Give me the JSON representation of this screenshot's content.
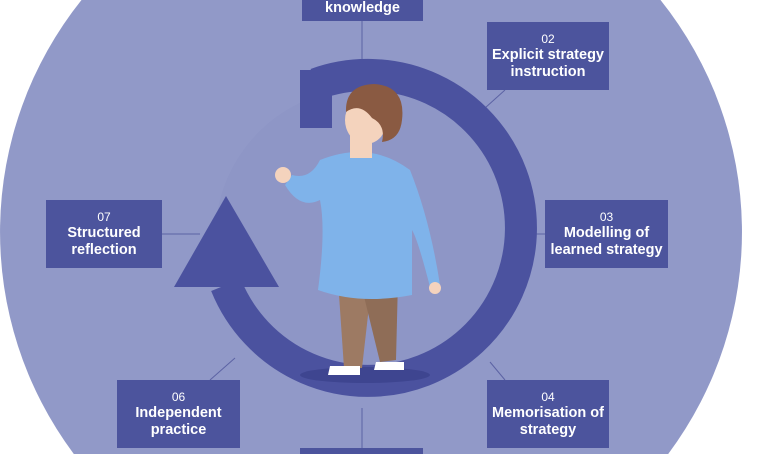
{
  "colors": {
    "outer": "#9199c8",
    "ring": "#4b529f",
    "box": "#4c549d"
  },
  "steps": [
    {
      "number": "",
      "label": "knowledge"
    },
    {
      "number": "02",
      "label": "Explicit strategy instruction"
    },
    {
      "number": "03",
      "label": "Modelling of learned strategy"
    },
    {
      "number": "04",
      "label": "Memorisation of strategy"
    },
    {
      "number": "06",
      "label": "Independent practice"
    },
    {
      "number": "07",
      "label": "Structured reflection"
    }
  ]
}
